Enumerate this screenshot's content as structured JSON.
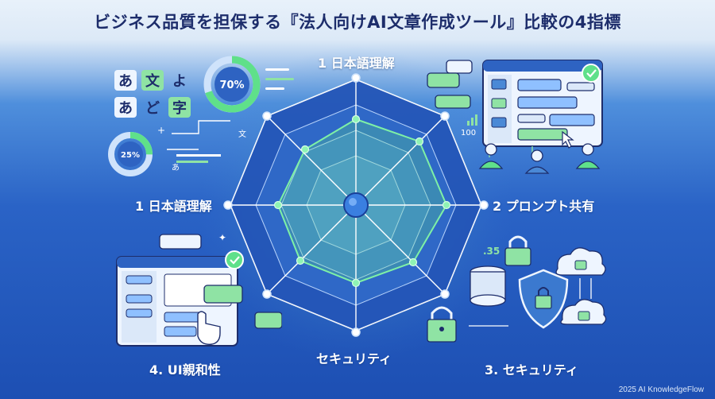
{
  "title": "ビジネス品質を担保する『法人向けAI文章作成ツール』比較の4指標",
  "labels": {
    "top": "1 日本語理解",
    "left": "1 日本語理解",
    "right": "2 プロンプト共有",
    "bottom": "セキュリティ",
    "bottom_left": "4. UI親和性",
    "bottom_right": "3. セキュリティ"
  },
  "japanese_panel": {
    "chars": [
      "あ",
      "文",
      "よ",
      "あ",
      "ど",
      "字"
    ],
    "small_char_1": "文",
    "small_char_2": "あ",
    "gauge_big": "70%",
    "gauge_small": "25%"
  },
  "prompt_panel": {
    "counter": "100"
  },
  "security_panel": {
    "number": ".35"
  },
  "footer": "2025 AI KnowledgeFlow",
  "colors": {
    "accent_green": "#5fe08a",
    "navy": "#1d2d6b",
    "light_blue": "#cfe3fb"
  }
}
